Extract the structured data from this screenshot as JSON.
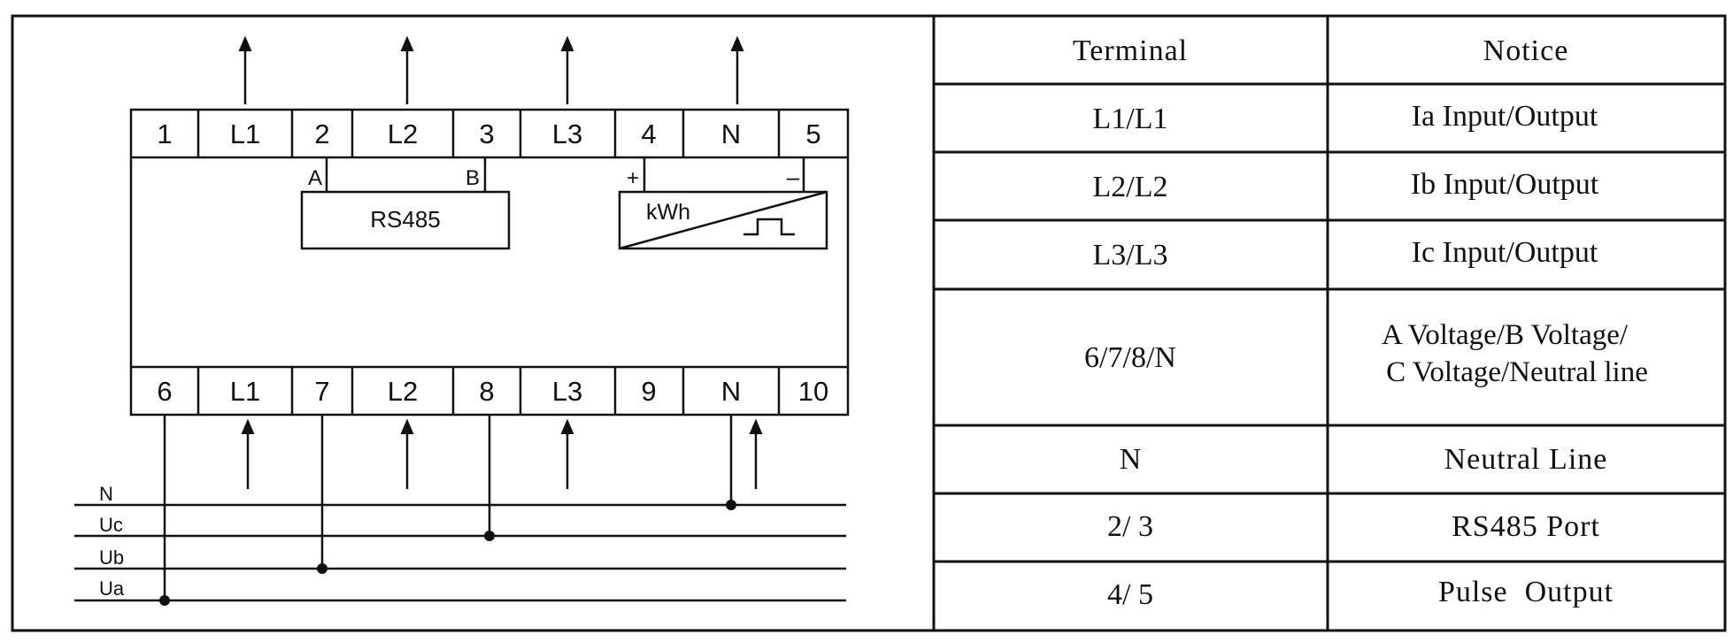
{
  "diagram": {
    "top_terminals": [
      "1",
      "L1",
      "2",
      "L2",
      "3",
      "L3",
      "4",
      "N",
      "5"
    ],
    "bottom_terminals": [
      "6",
      "L1",
      "7",
      "L2",
      "8",
      "L3",
      "9",
      "N",
      "10"
    ],
    "rs485": {
      "label": "RS485",
      "pin_a": "A",
      "pin_b": "B"
    },
    "pulse": {
      "label": "kWh",
      "plus": "+",
      "minus": "–"
    },
    "lines": [
      "N",
      "Uc",
      "Ub",
      "Ua"
    ]
  },
  "table": {
    "headers": {
      "terminal": "Terminal",
      "notice": "Notice"
    },
    "rows": [
      {
        "terminal": "L1/L1",
        "notice": [
          "Ia Input/Output"
        ]
      },
      {
        "terminal": "L2/L2",
        "notice": [
          "Ib Input/Output"
        ]
      },
      {
        "terminal": "L3/L3",
        "notice": [
          "Ic Input/Output"
        ]
      },
      {
        "terminal": "6/7/8/N",
        "notice": [
          "A Voltage/B Voltage/",
          "C Voltage/Neutral line"
        ]
      },
      {
        "terminal": "N",
        "notice": [
          "Neutral Line"
        ]
      },
      {
        "terminal": "2/ 3",
        "notice": [
          "RS485 Port"
        ]
      },
      {
        "terminal": "4/ 5",
        "notice": [
          "Pulse  Output"
        ]
      }
    ]
  }
}
